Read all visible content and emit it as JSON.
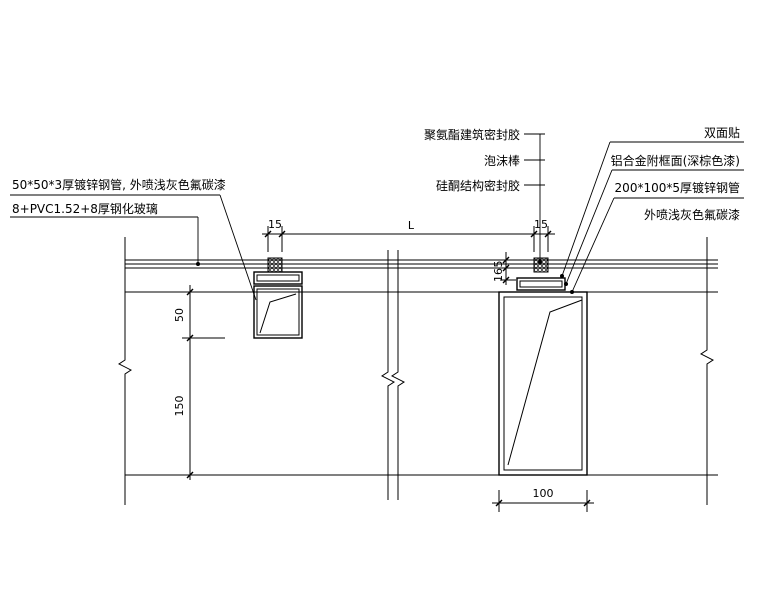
{
  "labels": {
    "steel_tube_small": "50*50*3厚镀锌钢管, 外喷浅灰色氟碳漆",
    "glass": "8+PVC1.52+8厚钢化玻璃",
    "pu_sealant": "聚氨酯建筑密封胶",
    "foam_rod": "泡沫棒",
    "silicone_sealant": "硅酮结构密封胶",
    "double_tape": "双面贴",
    "alu_frame": "铝合金附框面(深棕色漆)",
    "steel_tube_large": "200*100*5厚镀锌钢管",
    "fluoro_paint": "外喷浅灰色氟碳漆"
  },
  "dims": {
    "d15_left": "15",
    "span_l": "L",
    "d15_right": "15",
    "d5": "5",
    "d16": "16",
    "d50": "50",
    "d150": "150",
    "d100": "100"
  },
  "colors": {
    "line": "#000000",
    "background": "#ffffff"
  }
}
